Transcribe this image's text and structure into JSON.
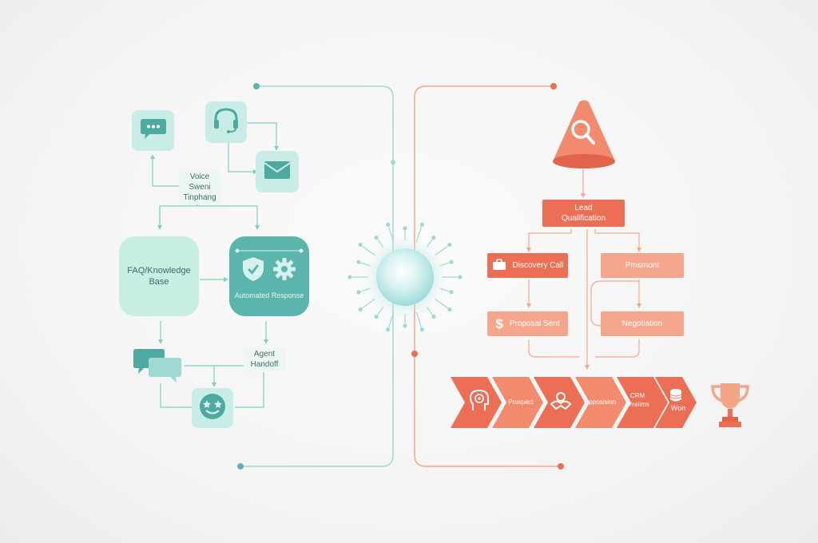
{
  "left_flow": {
    "channels_label": [
      "Voice",
      "Sweni",
      "Tinphang"
    ],
    "faq_label": [
      "FAQ/Knowledge",
      "Base"
    ],
    "automated_label": "Automated Response",
    "agent_label": [
      "Agent",
      "Handoff"
    ]
  },
  "right_flow": {
    "lead_label": [
      "Lead",
      "Qualification"
    ],
    "discovery_label": "Discovery Call",
    "proposal_label": "Proposal Sent",
    "pipeline_right_top": "Pmsmont",
    "negotiation_label": "Negotiation",
    "stages": [
      "Prospect",
      "Opposision",
      [
        "CRM",
        "Fmsiims"
      ],
      "Won"
    ]
  },
  "colors": {
    "teal": "#5bb5ad",
    "teal_light": "#c9ece6",
    "coral": "#ec6e55",
    "coral_light": "#f5a58c"
  },
  "icons": [
    "chat-icon",
    "headset-icon",
    "mail-icon",
    "shield-check-icon",
    "gear-icon",
    "chat-bubbles-icon",
    "smiley-icon",
    "search-cone-icon",
    "briefcase-icon",
    "dollar-icon",
    "trophy-icon",
    "target-head-icon",
    "handshake-icon",
    "coins-icon"
  ]
}
